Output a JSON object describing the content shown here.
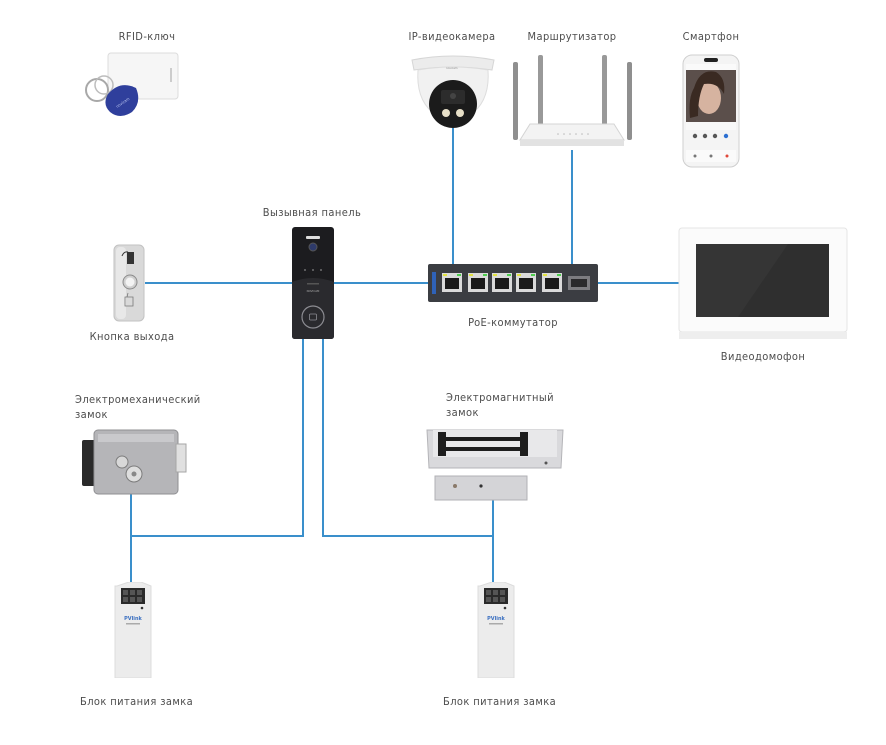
{
  "diagram": {
    "title": "",
    "wire_color": "#3a8fcb",
    "nodes": [
      {
        "id": "rfid",
        "label": "RFID-ключ",
        "icon": "rfid-card-keyfob-icon"
      },
      {
        "id": "ipcam",
        "label": "IP-видеокамера",
        "icon": "dome-camera-icon"
      },
      {
        "id": "router",
        "label": "Маршрутизатор",
        "icon": "router-icon"
      },
      {
        "id": "phone",
        "label": "Смартфон",
        "icon": "smartphone-icon"
      },
      {
        "id": "panel",
        "label": "Вызывная панель",
        "icon": "call-panel-icon"
      },
      {
        "id": "exitbtn",
        "label": "Кнопка выхода",
        "icon": "exit-button-icon"
      },
      {
        "id": "switch",
        "label": "PoE-коммутатор",
        "icon": "poe-switch-icon"
      },
      {
        "id": "monitor",
        "label": "Видеодомофон",
        "icon": "video-monitor-icon"
      },
      {
        "id": "emlock",
        "label_line1": "Электромеханический",
        "label_line2": "замок",
        "icon": "electromechanical-lock-icon"
      },
      {
        "id": "maglock",
        "label_line1": "Электромагнитный",
        "label_line2": "замок",
        "icon": "electromagnetic-lock-icon"
      },
      {
        "id": "psu1",
        "label": "Блок питания замка",
        "icon": "power-supply-icon"
      },
      {
        "id": "psu2",
        "label": "Блок питания замка",
        "icon": "power-supply-icon"
      }
    ],
    "edges": [
      {
        "from": "exitbtn",
        "to": "panel"
      },
      {
        "from": "panel",
        "to": "switch"
      },
      {
        "from": "ipcam",
        "to": "switch"
      },
      {
        "from": "router",
        "to": "switch"
      },
      {
        "from": "switch",
        "to": "monitor"
      },
      {
        "from": "panel",
        "to": "emlock"
      },
      {
        "from": "emlock",
        "to": "psu1"
      },
      {
        "from": "panel",
        "to": "maglock"
      },
      {
        "from": "maglock",
        "to": "psu2"
      }
    ],
    "device_text": {
      "psu_brand": "PVlink",
      "panel_brand": "NOVICAM"
    }
  }
}
